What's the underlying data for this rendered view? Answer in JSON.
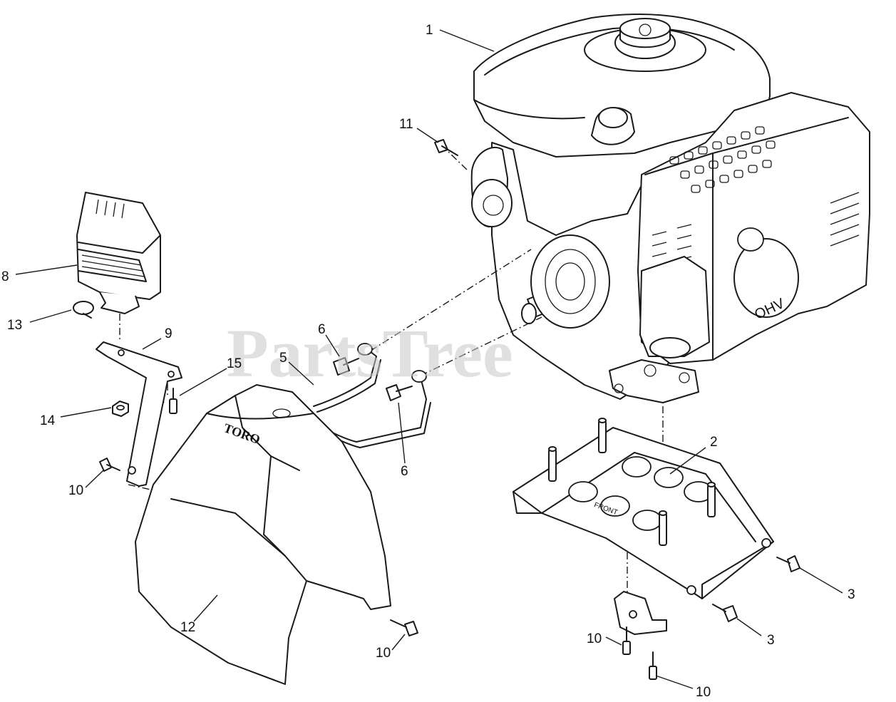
{
  "watermark": "PartsTree",
  "brand_marks": {
    "shroud_logo": "TORO",
    "engine_badge": "OHV",
    "plate_label": "FRONT"
  },
  "callouts": [
    {
      "key": "c1",
      "text": "1"
    },
    {
      "key": "c2",
      "text": "2"
    },
    {
      "key": "c3a",
      "text": "3"
    },
    {
      "key": "c3b",
      "text": "3"
    },
    {
      "key": "c5",
      "text": "5"
    },
    {
      "key": "c6a",
      "text": "6"
    },
    {
      "key": "c6b",
      "text": "6"
    },
    {
      "key": "c8",
      "text": "8"
    },
    {
      "key": "c9",
      "text": "9"
    },
    {
      "key": "c10a",
      "text": "10"
    },
    {
      "key": "c10b",
      "text": "10"
    },
    {
      "key": "c10c",
      "text": "10"
    },
    {
      "key": "c10d",
      "text": "10"
    },
    {
      "key": "c11",
      "text": "11"
    },
    {
      "key": "c12",
      "text": "12"
    },
    {
      "key": "c13",
      "text": "13"
    },
    {
      "key": "c14",
      "text": "14"
    },
    {
      "key": "c15",
      "text": "15"
    }
  ]
}
